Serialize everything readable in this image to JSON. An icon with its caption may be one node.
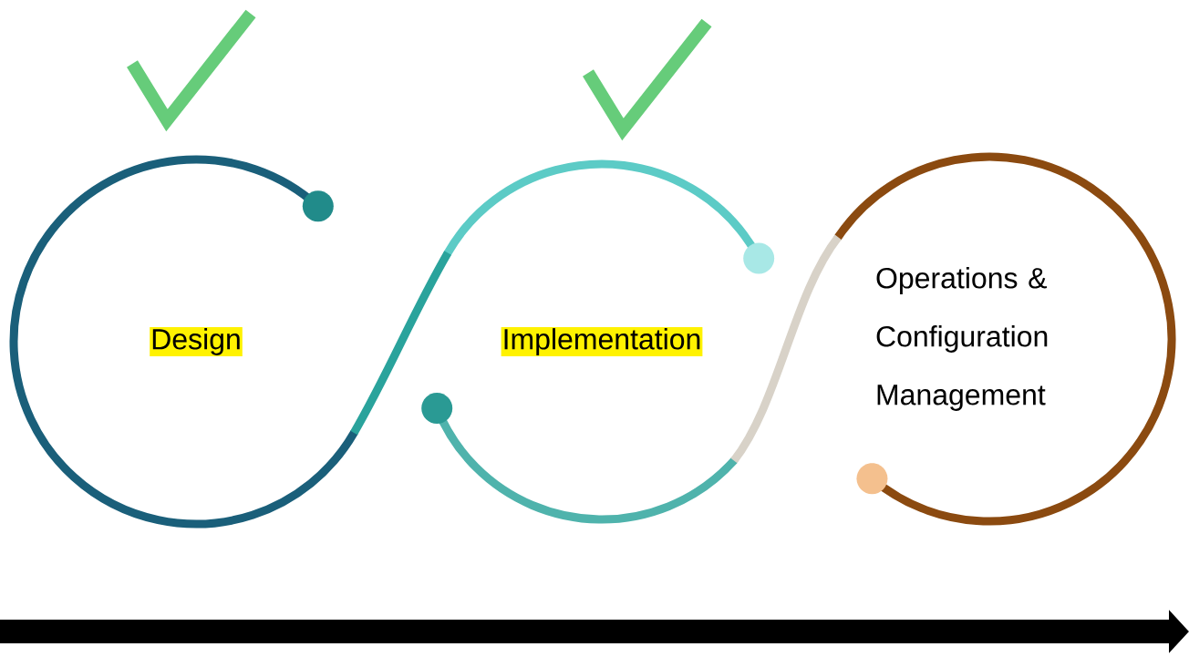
{
  "diagram": {
    "nodes": [
      {
        "text": [
          "Design"
        ]
      },
      {
        "text": [
          "Implementation"
        ]
      },
      {
        "text": [
          "Operations & Configuration Management"
        ]
      }
    ],
    "edges": [
      {
        "from": 0,
        "to": 1,
        "arrow": "none",
        "color": "#2aa39c"
      },
      {
        "from": 1,
        "to": 2,
        "arrow": "none",
        "color": "#d8d2c8"
      }
    ]
  }
}
